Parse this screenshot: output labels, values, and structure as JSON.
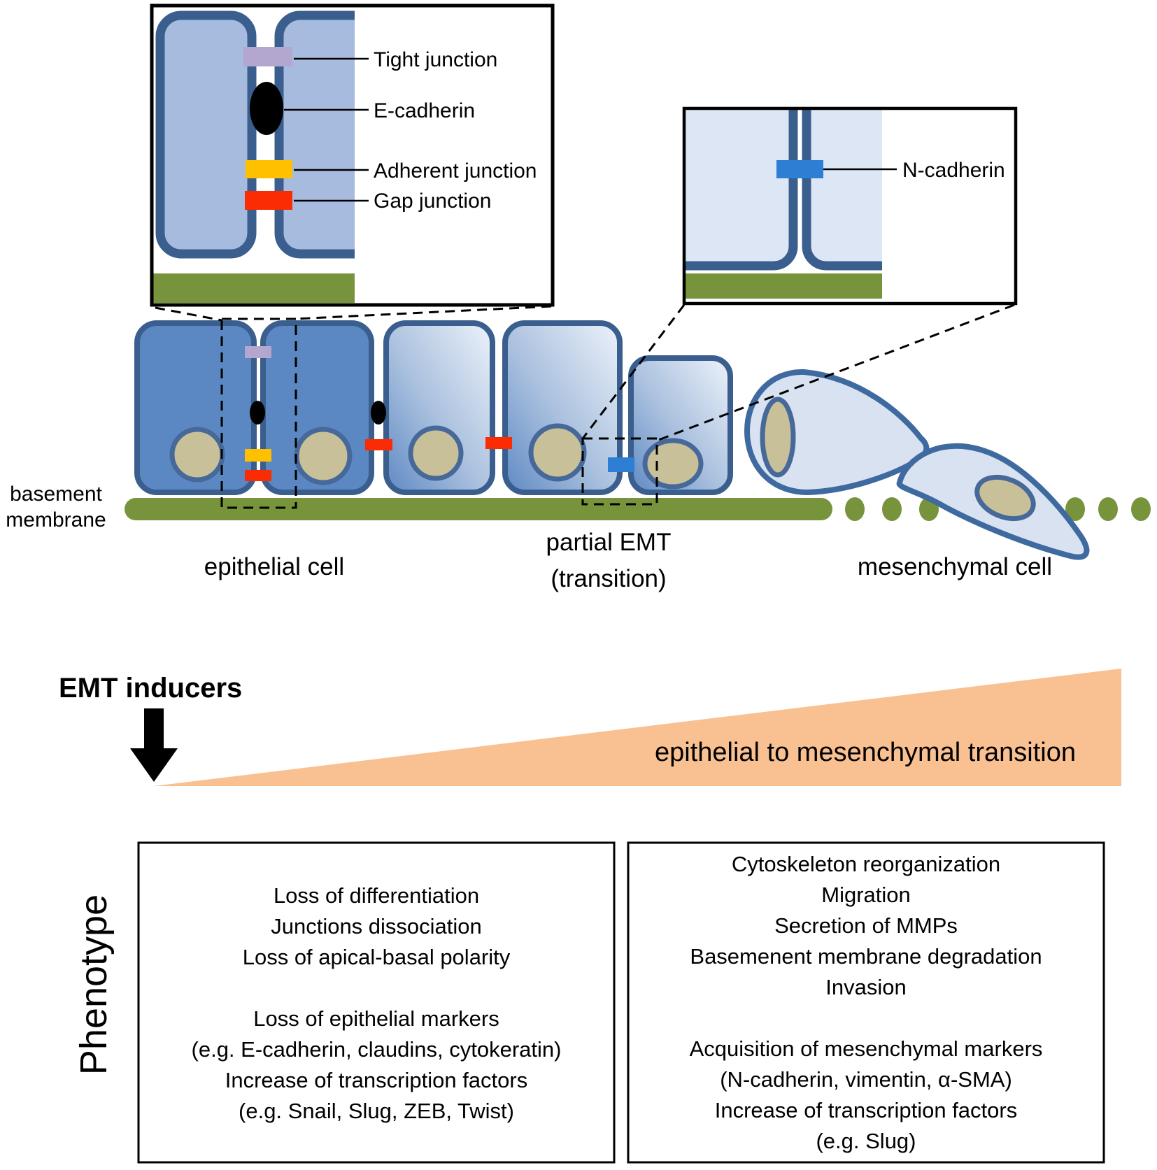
{
  "figure": {
    "type": "scientific-diagram",
    "topic": "epithelial to mesenchymal transition (EMT)"
  },
  "colors": {
    "epithelial_fill": "#5b87c2",
    "cell_border": "#3a5f8e",
    "inset_epithelial_fill": "#a6bbdd",
    "inset_mesenchymal_fill": "#dce6f4",
    "mesenchymal_fill": "#d8e2f1",
    "nucleus_fill": "#c8c099",
    "nucleus_border": "#47699a",
    "basement_membrane": "#77933c",
    "tight_junction": "#b4a7cf",
    "adherent_junction": "#ffc000",
    "gap_junction": "#fb2c04",
    "n_cadherin": "#2e7fd4",
    "emt_triangle": "#f9c091"
  },
  "inset_epithelial": {
    "labels": {
      "tight_junction": "Tight junction",
      "e_cadherin": "E-cadherin",
      "adherent_junction": "Adherent junction",
      "gap_junction": "Gap junction"
    }
  },
  "inset_mesenchymal": {
    "label": "N-cadherin"
  },
  "main_row": {
    "basement_membrane_line1": "basement",
    "basement_membrane_line2": "membrane",
    "epithelial_label": "epithelial cell",
    "partial_emt_line1": "partial EMT",
    "partial_emt_line2": "(transition)",
    "mesenchymal_label": "mesenchymal cell"
  },
  "emt": {
    "inducers_label": "EMT inducers",
    "transition_label": "epithelial to mesenchymal transition"
  },
  "phenotype": {
    "axis_label": "Phenotype",
    "left_box": {
      "lines": [
        "Loss of differentiation",
        "Junctions dissociation",
        "Loss of apical-basal polarity",
        "Loss of epithelial markers",
        "(e.g. E-cadherin, claudins, cytokeratin)",
        "Increase of transcription factors",
        "(e.g. Snail, Slug, ZEB, Twist)"
      ]
    },
    "right_box": {
      "lines": [
        "Cytoskeleton reorganization",
        "Migration",
        "Secretion of MMPs",
        "Basemenent membrane degradation",
        "Invasion",
        "Acquisition of mesenchymal markers",
        "(N-cadherin, vimentin, α-SMA)",
        "Increase of transcription factors",
        "(e.g. Slug)"
      ]
    }
  }
}
